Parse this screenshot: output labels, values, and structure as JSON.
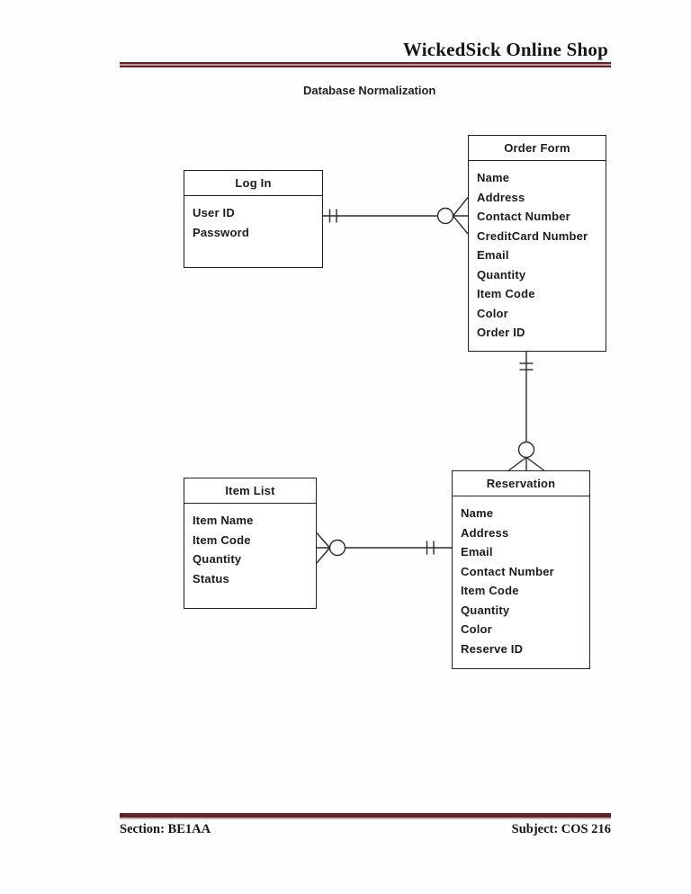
{
  "header": {
    "title": "WickedSick Online Shop"
  },
  "doc_title": "Database Normalization",
  "footer": {
    "section": "Section: BE1AA",
    "subject": "Subject: COS 216"
  },
  "colors": {
    "rule_accent": "#5d2627",
    "rule_inner_light": "#bd9898",
    "box_border": "#222222",
    "text": "#1c1c1c"
  },
  "entities": [
    {
      "id": "login",
      "title": "Log In",
      "attributes": [
        "User ID",
        "Password"
      ]
    },
    {
      "id": "order-form",
      "title": "Order Form",
      "attributes": [
        "Name",
        "Address",
        "Contact Number",
        "CreditCard Number",
        "Email",
        "Quantity",
        "Item Code",
        "Color",
        "Order ID"
      ]
    },
    {
      "id": "item-list",
      "title": "Item List",
      "attributes": [
        "Item Name",
        "Item Code",
        "Quantity",
        "Status"
      ]
    },
    {
      "id": "reservation",
      "title": "Reservation",
      "attributes": [
        "Name",
        "Address",
        "Email",
        "Contact Number",
        "Item Code",
        "Quantity",
        "Color",
        "Reserve ID"
      ]
    }
  ],
  "relationships": [
    {
      "from": "Log In",
      "to": "Order Form",
      "from_cardinality": "one-and-only-one",
      "to_cardinality": "zero-or-many"
    },
    {
      "from": "Order Form",
      "to": "Reservation",
      "from_cardinality": "one-and-only-one",
      "to_cardinality": "zero-or-many"
    },
    {
      "from": "Item List",
      "to": "Reservation",
      "from_cardinality": "zero-or-many",
      "to_cardinality": "one-and-only-one"
    }
  ]
}
